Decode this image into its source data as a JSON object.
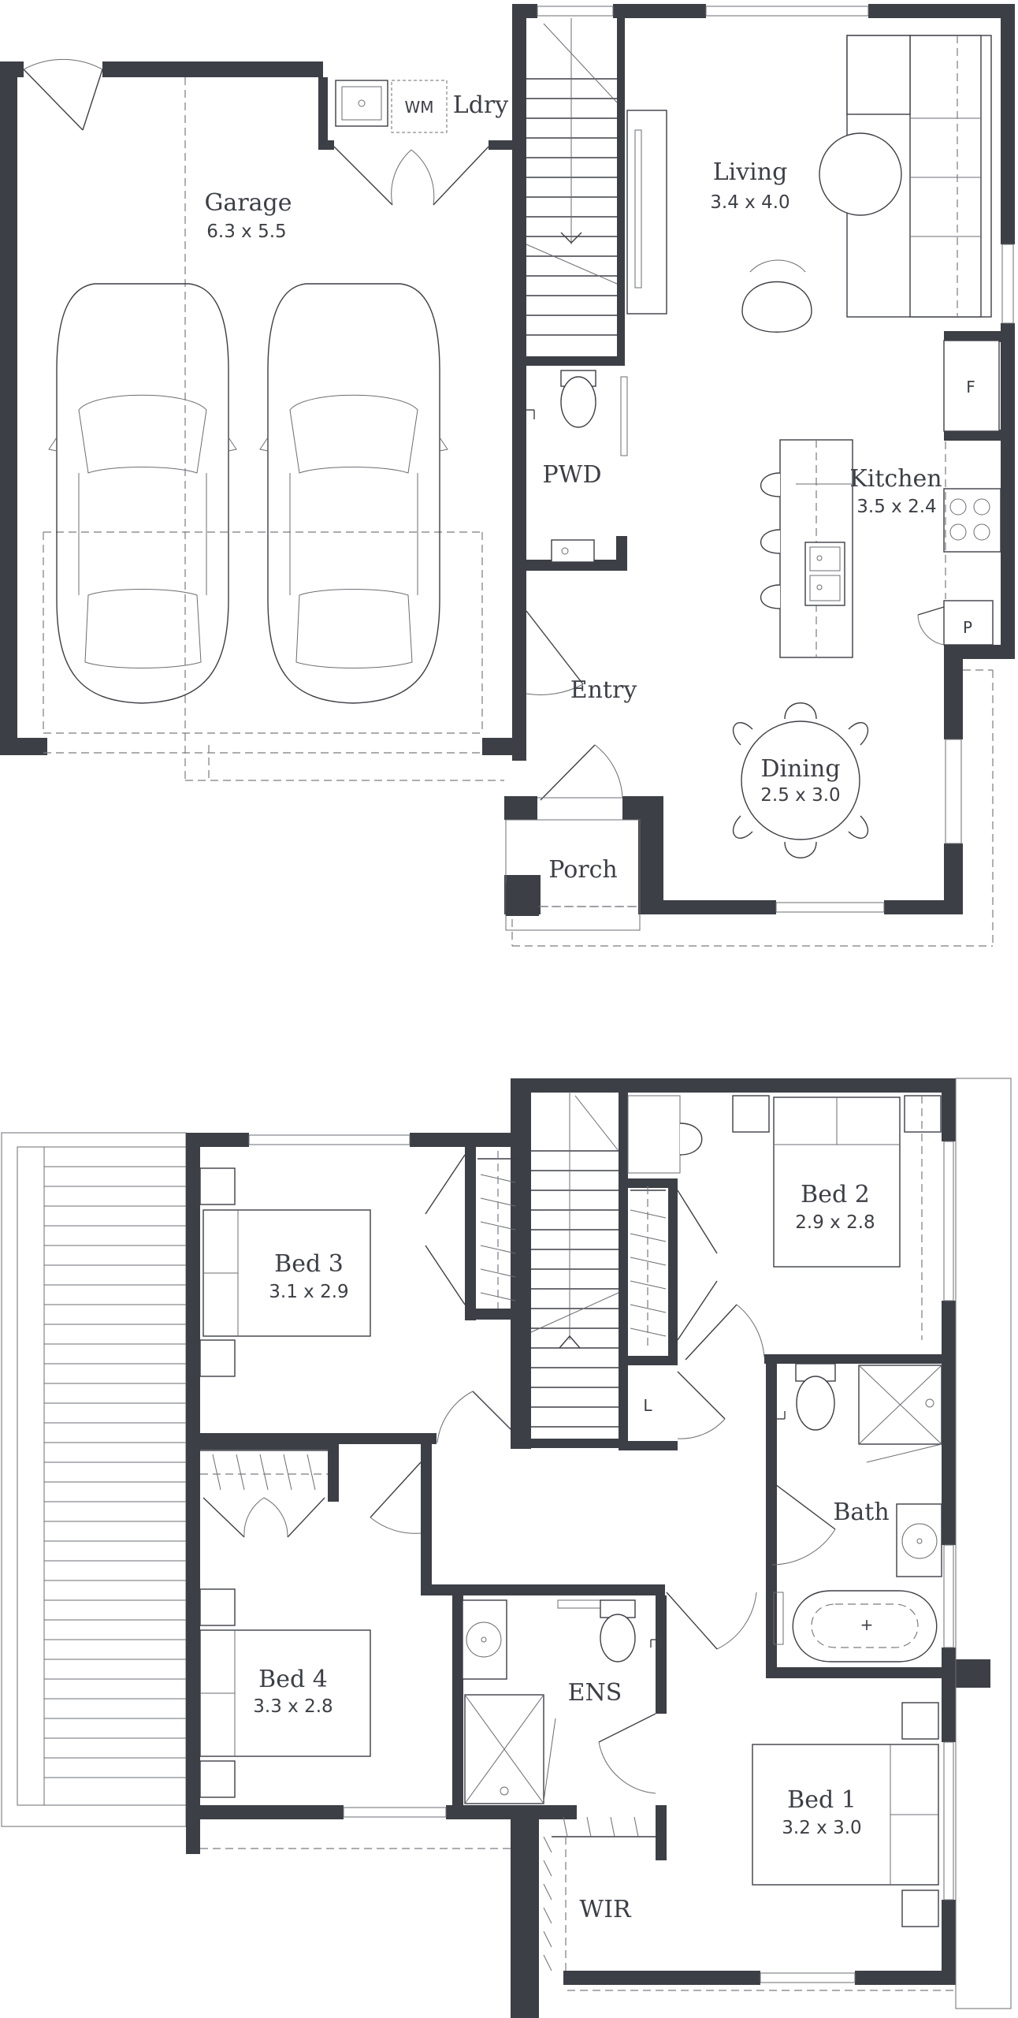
{
  "ground_floor": {
    "garage": {
      "name": "Garage",
      "dims": "6.3 x 5.5"
    },
    "laundry": {
      "name": "Ldry",
      "washer": "WM"
    },
    "living": {
      "name": "Living",
      "dims": "3.4 x 4.0"
    },
    "powder": {
      "name": "PWD"
    },
    "kitchen": {
      "name": "Kitchen",
      "dims": "3.5 x 2.4",
      "fridge": "F",
      "pantry": "P"
    },
    "entry": {
      "name": "Entry"
    },
    "dining": {
      "name": "Dining",
      "dims": "2.5 x 3.0"
    },
    "porch": {
      "name": "Porch"
    }
  },
  "first_floor": {
    "bed2": {
      "name": "Bed 2",
      "dims": "2.9 x 2.8"
    },
    "bed3": {
      "name": "Bed 3",
      "dims": "3.1 x 2.9"
    },
    "linen": {
      "name": "L"
    },
    "bath": {
      "name": "Bath"
    },
    "bed4": {
      "name": "Bed 4",
      "dims": "3.3 x 2.8"
    },
    "ensuite": {
      "name": "ENS"
    },
    "bed1": {
      "name": "Bed 1",
      "dims": "3.2 x 3.0"
    },
    "wir": {
      "name": "WIR"
    }
  },
  "colors": {
    "wall": "#3d3f46",
    "background": "#ffffff"
  }
}
